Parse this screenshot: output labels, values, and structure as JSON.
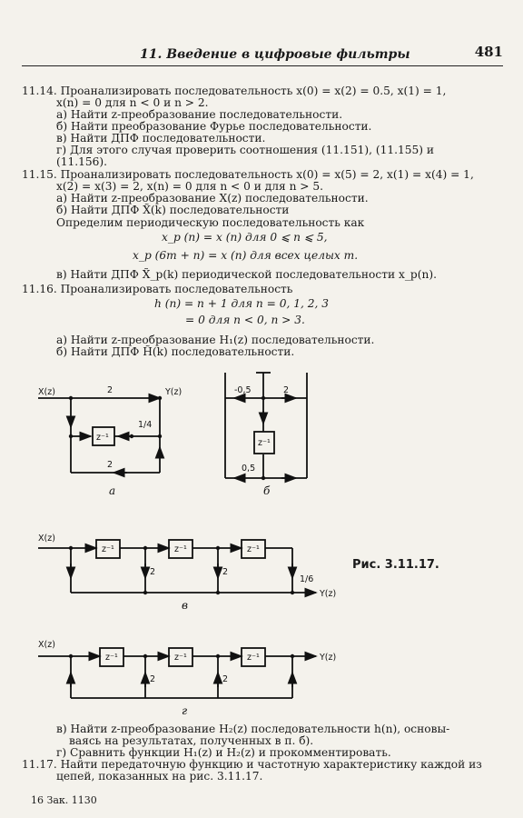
{
  "header": {
    "title": "11. Введение в цифровые фильтры",
    "page_number": "481"
  },
  "lines": [
    "11.14. Проанализировать   последовательность   x(0) = x(2) = 0.5,   x(1) = 1,",
    "x(n) = 0 для n < 0 и n > 2.",
    "а) Найти z-преобразование последовательности.",
    "б) Найти преобразование Фурье последовательности.",
    "в) Найти ДПФ последовательности.",
    "г) Для  этого  случая  проверить  соотношения  (11.151),  (11.155)  и",
    "(11.156).",
    "11.15. Проанализировать последовательность x(0) = x(5) = 2, x(1) = x(4) = 1,",
    "x(2) = x(3) = 2, x(n) = 0 для n < 0 и для n > 5.",
    "а) Найти z-преобразование X(z) последовательности.",
    "б) Найти ДПФ X̃(k) последовательности",
    "Определим периодическую последовательность как",
    "x_p (n) = x (n)  для  0 ⩽ n ⩽ 5,",
    "x_p (6m + n) = x (n)  для  всех  целых  m.",
    "в) Найти ДПФ X̃_p(k) периодической последовательности x_p(n).",
    "11.16. Проанализировать последовательность",
    "h (n) = n + 1  для  n = 0, 1, 2, 3",
    "= 0        для  n < 0, n > 3.",
    "а) Найти z-преобразование H₁(z) последовательности.",
    "б) Найти ДПФ H̃(k) последовательности.",
    "в) Найти z-преобразование H₂(z) последовательности h(n), основы-",
    "ваясь на результатах, полученных в п. б).",
    "г) Сравнить функции H₁(z) и H₂(z) и прокомментировать.",
    "11.17. Найти передаточную функцию и частотную характеристику каждой из",
    "цепей, показанных на рис. 3.11.17.",
    "16 Зак. 1130"
  ],
  "figure": {
    "caption": "Рис. 3.11.17.",
    "a": {
      "label": "а",
      "input": "X(z)",
      "output": "Y(z)",
      "top_gain": "2",
      "bottom_gain": "2",
      "delay": "z⁻¹",
      "feedback": "1/4"
    },
    "b": {
      "label": "б",
      "left_gain": "-0,5",
      "right_gain": "2",
      "delay": "z⁻¹",
      "bottom_gain": "0,5"
    },
    "c": {
      "label": "в",
      "input": "X(z)",
      "output": "Y(z)",
      "delay": "z⁻¹",
      "tap1": "2",
      "tap2": "2",
      "scale": "1/6"
    },
    "d": {
      "label": "г",
      "input": "X(z)",
      "output": "Y(z)",
      "delay": "z⁻¹",
      "tap1": "2",
      "tap2": "2"
    }
  }
}
